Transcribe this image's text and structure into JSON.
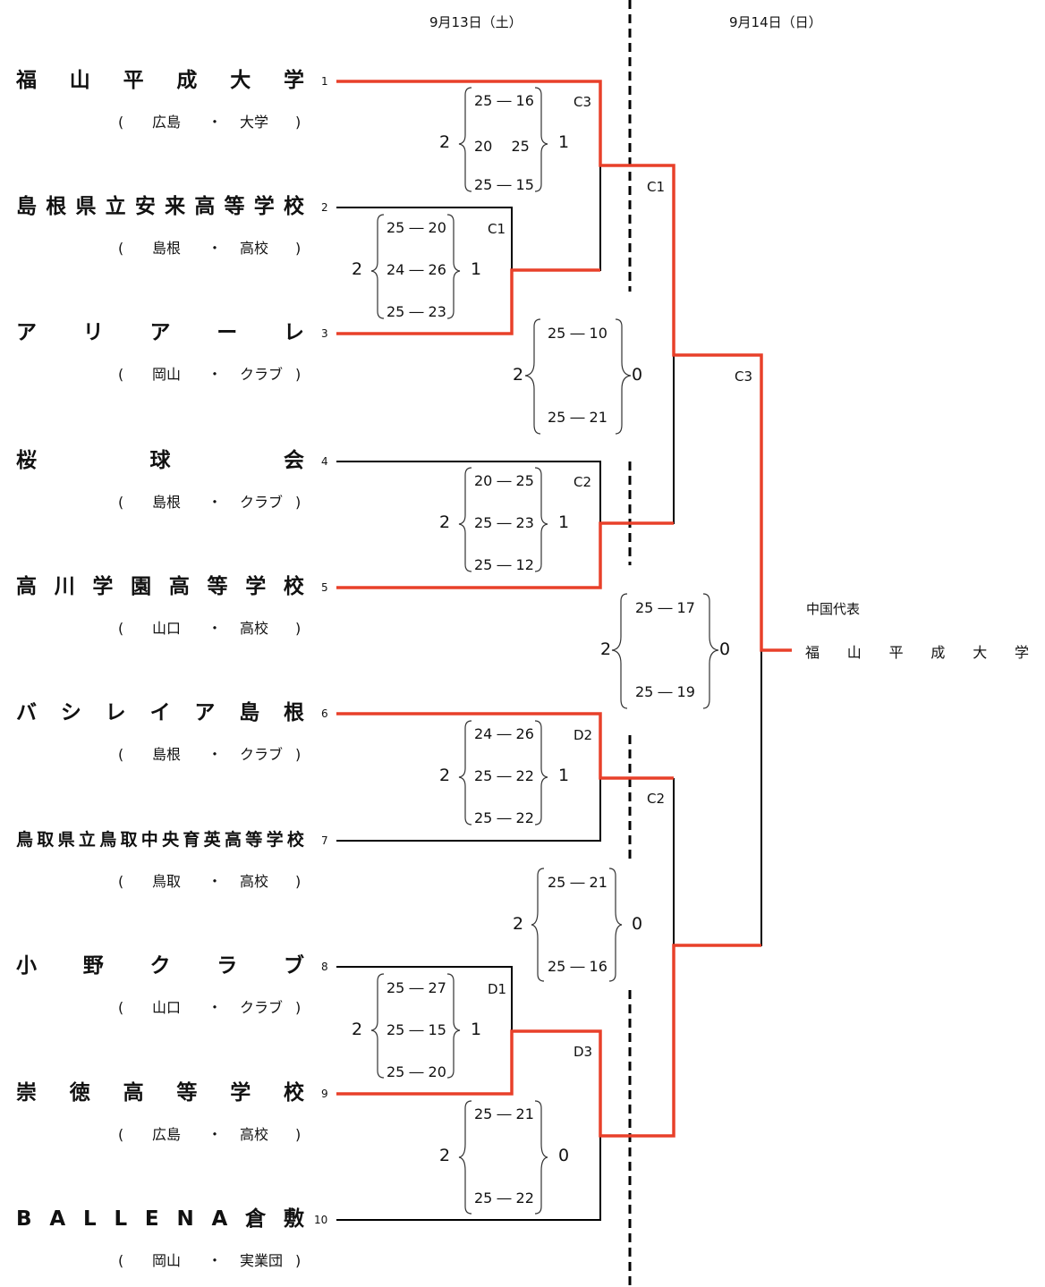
{
  "dates": {
    "day1": "9月13日（土）",
    "day2": "9月14日（日）"
  },
  "colors": {
    "winner_path": "#e8402a",
    "line": "#000000"
  },
  "teams": [
    {
      "seed": "1",
      "name": [
        "福",
        "山",
        "平",
        "成",
        "大",
        "学"
      ],
      "pref": "広島",
      "category": "大学"
    },
    {
      "seed": "2",
      "name": [
        "島",
        "根",
        "県",
        "立",
        "安",
        "来",
        "高",
        "等",
        "学",
        "校"
      ],
      "pref": "島根",
      "category": "高校"
    },
    {
      "seed": "3",
      "name": [
        "ア",
        "リ",
        "ア",
        "ー",
        "レ"
      ],
      "pref": "岡山",
      "category": "クラブ"
    },
    {
      "seed": "4",
      "name": [
        "桜",
        "球",
        "会"
      ],
      "pref": "島根",
      "category": "クラブ"
    },
    {
      "seed": "5",
      "name": [
        "高",
        "川",
        "学",
        "園",
        "高",
        "等",
        "学",
        "校"
      ],
      "pref": "山口",
      "category": "高校"
    },
    {
      "seed": "6",
      "name": [
        "バ",
        "シ",
        "レ",
        "イ",
        "ア",
        "島",
        "根"
      ],
      "pref": "島根",
      "category": "クラブ"
    },
    {
      "seed": "7",
      "name": [
        "鳥",
        "取",
        "県",
        "立",
        "鳥",
        "取",
        "中",
        "央",
        "育",
        "英",
        "高",
        "等",
        "学",
        "校"
      ],
      "pref": "鳥取",
      "category": "高校"
    },
    {
      "seed": "8",
      "name": [
        "小",
        "野",
        "ク",
        "ラ",
        "ブ"
      ],
      "pref": "山口",
      "category": "クラブ"
    },
    {
      "seed": "9",
      "name": [
        "崇",
        "徳",
        "高",
        "等",
        "学",
        "校"
      ],
      "pref": "広島",
      "category": "高校"
    },
    {
      "seed": "10",
      "name": [
        "B",
        "A",
        "L",
        "L",
        "E",
        "N",
        "A",
        "倉",
        "敷"
      ],
      "pref": "岡山",
      "category": "実業団"
    }
  ],
  "paren_open": "(",
  "paren_close": ")",
  "separator": "・",
  "matches": [
    {
      "id": "m1",
      "court": "C3",
      "left_sets": "2",
      "right_sets": "1",
      "scores": [
        "25 ― 16",
        "20　 25",
        "25 ― 15"
      ]
    },
    {
      "id": "m2",
      "court": "C1",
      "left_sets": "2",
      "right_sets": "1",
      "scores": [
        "25 ― 20",
        "24 ― 26",
        "25 ― 23"
      ]
    },
    {
      "id": "m3",
      "court": "",
      "left_sets": "2",
      "right_sets": "0",
      "scores": [
        "25 ― 10",
        "25 ― 21"
      ]
    },
    {
      "id": "m4",
      "court": "C2",
      "left_sets": "2",
      "right_sets": "1",
      "scores": [
        "20 ― 25",
        "25 ― 23",
        "25 ― 12"
      ]
    },
    {
      "id": "m5",
      "court": "",
      "left_sets": "2",
      "right_sets": "0",
      "scores": [
        "25 ― 17",
        "25 ― 19"
      ]
    },
    {
      "id": "m6",
      "court": "D2",
      "left_sets": "2",
      "right_sets": "1",
      "scores": [
        "24 ― 26",
        "25 ― 22",
        "25 ― 22"
      ]
    },
    {
      "id": "m7",
      "court": "",
      "left_sets": "2",
      "right_sets": "0",
      "scores": [
        "25 ― 21",
        "25 ― 16"
      ]
    },
    {
      "id": "m8",
      "court": "D1",
      "left_sets": "2",
      "right_sets": "1",
      "scores": [
        "25 ― 27",
        "25 ― 15",
        "25 ― 20"
      ]
    },
    {
      "id": "m9",
      "court": "",
      "left_sets": "2",
      "right_sets": "0",
      "scores": [
        "25 ― 21",
        "25 ― 22"
      ]
    }
  ],
  "round_courts": {
    "r2_top": "C1",
    "r3_top": "C3",
    "r2_bottom": "C2",
    "r1_bottom": "D3"
  },
  "winner": {
    "label": "中国代表",
    "name": [
      "福",
      "山",
      "平",
      "成",
      "大",
      "学"
    ]
  }
}
